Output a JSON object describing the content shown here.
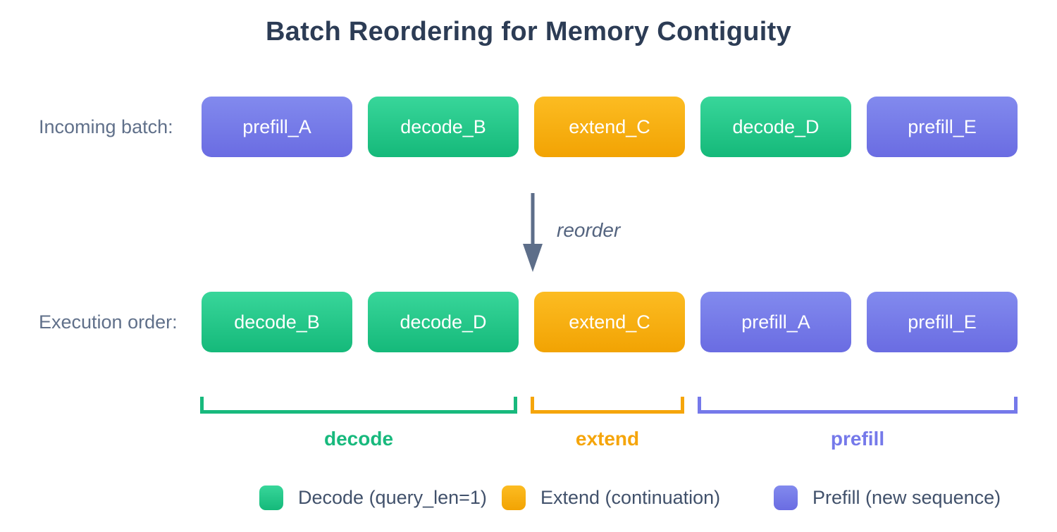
{
  "title": "Batch Reordering for Memory Contiguity",
  "colors": {
    "decode_top": "#38d69a",
    "decode_bottom": "#15b97a",
    "extend_top": "#fcbc22",
    "extend_bottom": "#f2a303",
    "prefill_top": "#828aee",
    "prefill_bottom": "#6a6ce2",
    "title_text": "#2c3c55",
    "slate_text": "#60708a",
    "arrow": "#5d6e89"
  },
  "rows": [
    {
      "label": "Incoming batch:",
      "boxes": [
        {
          "label": "prefill_A",
          "type": "prefill"
        },
        {
          "label": "decode_B",
          "type": "decode"
        },
        {
          "label": "extend_C",
          "type": "extend"
        },
        {
          "label": "decode_D",
          "type": "decode"
        },
        {
          "label": "prefill_E",
          "type": "prefill"
        }
      ]
    },
    {
      "label": "Execution order:",
      "boxes": [
        {
          "label": "decode_B",
          "type": "decode"
        },
        {
          "label": "decode_D",
          "type": "decode"
        },
        {
          "label": "extend_C",
          "type": "extend"
        },
        {
          "label": "prefill_A",
          "type": "prefill"
        },
        {
          "label": "prefill_E",
          "type": "prefill"
        }
      ]
    }
  ],
  "arrow": {
    "label": "reorder"
  },
  "brackets": [
    {
      "label": "decode",
      "type": "decode"
    },
    {
      "label": "extend",
      "type": "extend"
    },
    {
      "label": "prefill",
      "type": "prefill"
    }
  ],
  "legend": [
    {
      "label": "Decode (query_len=1)",
      "type": "decode"
    },
    {
      "label": "Extend (continuation)",
      "type": "extend"
    },
    {
      "label": "Prefill (new sequence)",
      "type": "prefill"
    }
  ]
}
